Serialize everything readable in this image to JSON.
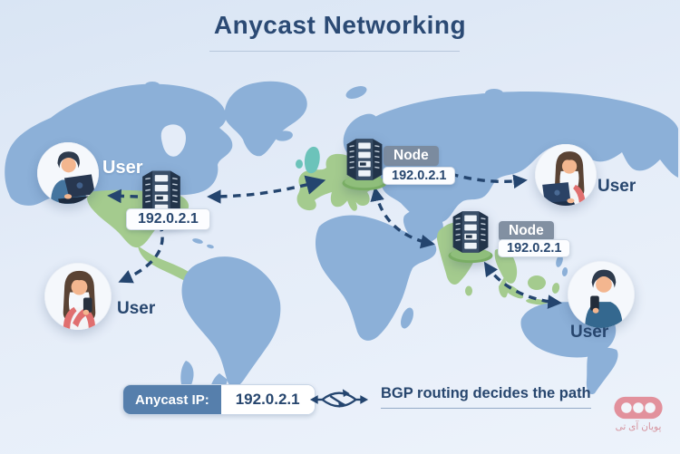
{
  "title": "Anycast Networking",
  "map": {
    "us_server": {
      "ip": "192.0.2.1"
    },
    "eu_node": {
      "name": "Node",
      "ip": "192.0.2.1"
    },
    "asia_node": {
      "name": "Node",
      "ip": "192.0.2.1"
    },
    "users": {
      "na": {
        "label": "User"
      },
      "sa": {
        "label": "User"
      },
      "ea": {
        "label": "User"
      },
      "oc": {
        "label": "User"
      }
    }
  },
  "legend": {
    "anycast_label": "Anycast IP:",
    "anycast_value": "192.0.2.1",
    "bgp_note": "BGP routing decides the path"
  },
  "logo": {
    "wordmark": "پویان آی تی"
  },
  "icons": [
    "server-icon",
    "routing-paths-icon",
    "logo-reel-icon",
    "man-laptop-illustration",
    "woman-phone-illustration",
    "woman-laptop-illustration",
    "man-phone-illustration"
  ],
  "colors": {
    "ocean": "#e4ecf8",
    "land_blue": "#8cb0d8",
    "land_green": "#a4cb8e",
    "land_teal": "#6cc3ba",
    "navy": "#24456f",
    "badge_gray": "#7a889a",
    "legend_blue": "#567fac",
    "logo_pink": "#e2919c"
  }
}
